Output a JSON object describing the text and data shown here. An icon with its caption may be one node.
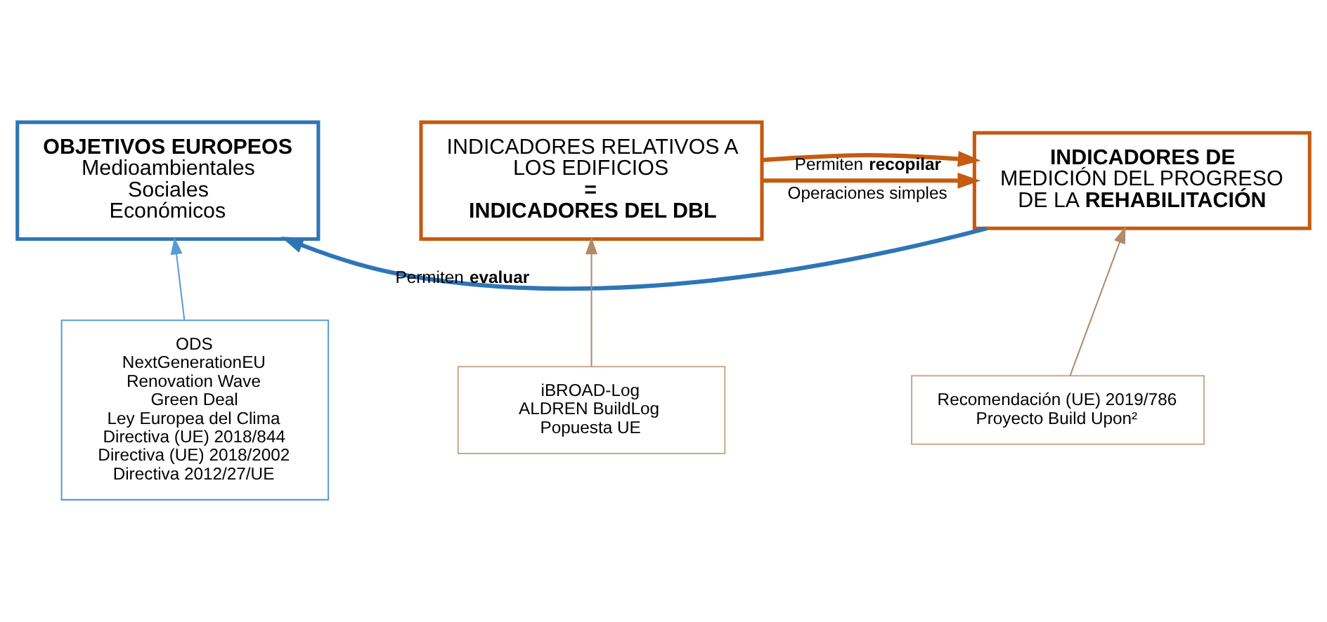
{
  "diagram": {
    "nodes": [
      {
        "text": [
          "OBJETIVOS EUROPEOS",
          "Medioambientales",
          "Sociales",
          "Económicos"
        ]
      },
      {
        "text": [
          "INDICADORES RELATIVOS A LOS EDIFICIOS",
          "=",
          "INDICADORES DEL DBL"
        ]
      },
      {
        "text": [
          "**INDICADORES DE** MEDICIÓN DEL PROGRESO DE LA **REHABILITACIÓN**"
        ]
      },
      {
        "text": [
          "ODS",
          "NextGenerationEU",
          "Renovation Wave",
          "Green Deal",
          "Ley Europea del Clima",
          "Directiva (UE) 2018/844",
          "Directiva (UE) 2018/2002",
          "Directiva 2012/27/UE"
        ]
      },
      {
        "text": [
          "iBROAD-Log",
          "ALDREN BuildLog",
          "Popuesta UE"
        ]
      },
      {
        "text": [
          "Recomendación (UE) 2019/786",
          "Proyecto Build Upon²"
        ]
      }
    ],
    "edges": [
      {
        "from": 2,
        "to": 0,
        "arrow": "to",
        "label": "Permiten **evaluar**",
        "style": "thick",
        "color": "#2e75b6"
      },
      {
        "from": 1,
        "to": 2,
        "arrow": "to",
        "label": "Permiten **recopilar**",
        "style": "thick"
      },
      {
        "from": 1,
        "to": 2,
        "arrow": "to",
        "label": "Operaciones simples",
        "style": "thick"
      },
      {
        "from": 3,
        "to": 0,
        "arrow": "to",
        "color": "#5b9bd5"
      },
      {
        "from": 4,
        "to": 1,
        "arrow": "to",
        "color": "#b08a6a"
      },
      {
        "from": 5,
        "to": 2,
        "arrow": "to",
        "color": "#b08a6a"
      }
    ]
  }
}
